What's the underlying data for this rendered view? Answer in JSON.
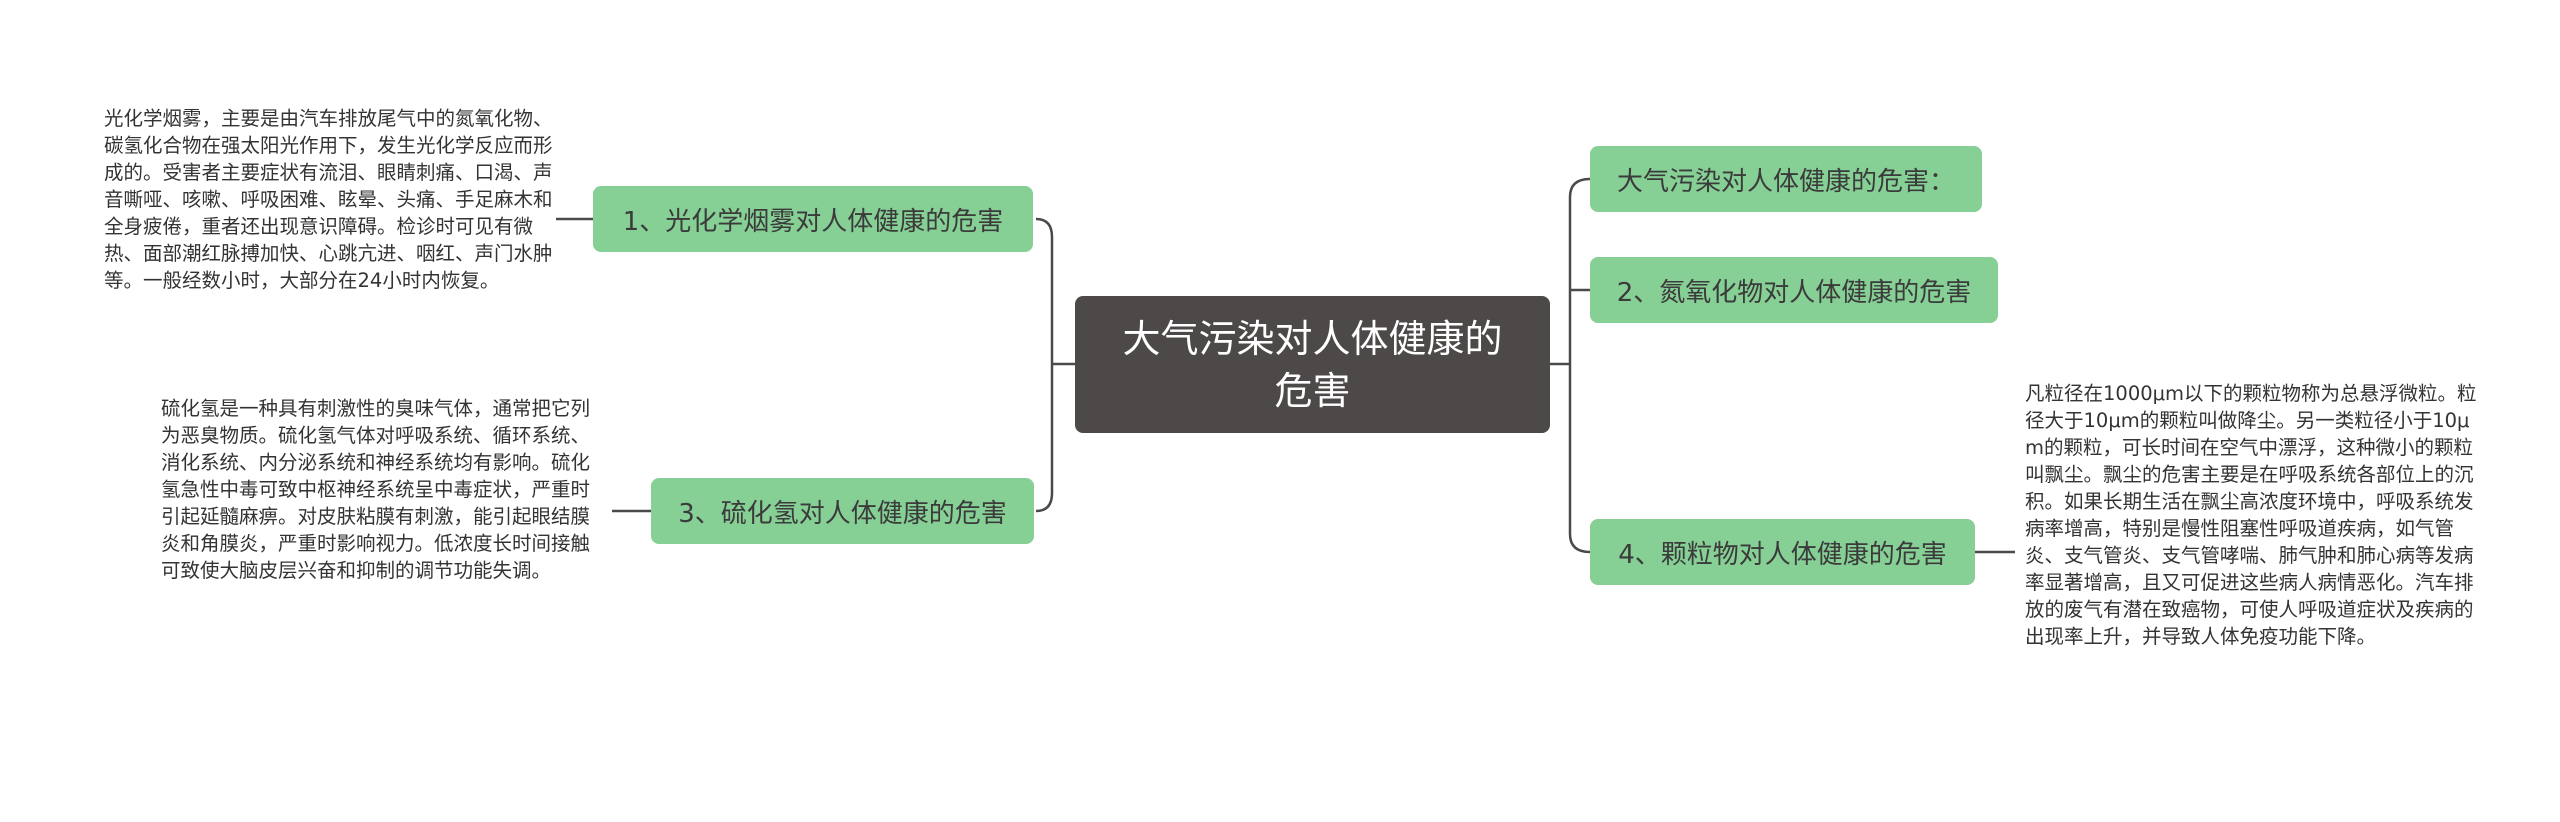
{
  "center": {
    "title": "大气污染对人体健康的危害"
  },
  "branches": [
    {
      "label": "大气污染对人体健康的危害："
    },
    {
      "label": "1、光化学烟雾对人体健康的危害"
    },
    {
      "label": "2、氮氧化物对人体健康的危害"
    },
    {
      "label": "3、硫化氢对人体健康的危害"
    },
    {
      "label": "4、颗粒物对人体健康的危害"
    }
  ],
  "notes": {
    "photochemical_smog": "光化学烟雾，主要是由汽车排放尾气中的氮氧化物、碳氢化合物在强太阳光作用下，发生光化学反应而形成的。受害者主要症状有流泪、眼睛刺痛、口渴、声音嘶哑、咳嗽、呼吸困难、眩晕、头痛、手足麻木和全身疲倦，重者还出现意识障碍。检诊时可见有微热、面部潮红脉搏加快、心跳亢进、咽红、声门水肿等。一般经数小时，大部分在24小时内恢复。",
    "hydrogen_sulfide": "硫化氢是一种具有刺激性的臭味气体，通常把它列为恶臭物质。硫化氢气体对呼吸系统、循环系统、消化系统、内分泌系统和神经系统均有影响。硫化氢急性中毒可致中枢神经系统呈中毒症状，严重时引起延髓麻痹。对皮肤粘膜有刺激，能引起眼结膜炎和角膜炎，严重时影响视力。低浓度长时间接触可致使大脑皮层兴奋和抑制的调节功能失调。",
    "particulate_matter": "凡粒径在1000μm以下的颗粒物称为总悬浮微粒。粒径大于10μm的颗粒叫做降尘。另一类粒径小于10μm的颗粒，可长时间在空气中漂浮，这种微小的颗粒叫飘尘。飘尘的危害主要是在呼吸系统各部位上的沉积。如果长期生活在飘尘高浓度环境中，呼吸系统发病率增高，特别是慢性阻塞性呼吸道疾病，如气管炎、支气管炎、支气管哮喘、肺气肿和肺心病等发病率显著增高，且又可促进这些病人病情恶化。汽车排放的废气有潜在致癌物，可使人呼吸道症状及疾病的出现率上升，并导致人体免疫功能下降。"
  },
  "colors": {
    "center_fill": "#4d4948",
    "branch_fill": "#86cf95",
    "connector": "#4a4a4a"
  }
}
